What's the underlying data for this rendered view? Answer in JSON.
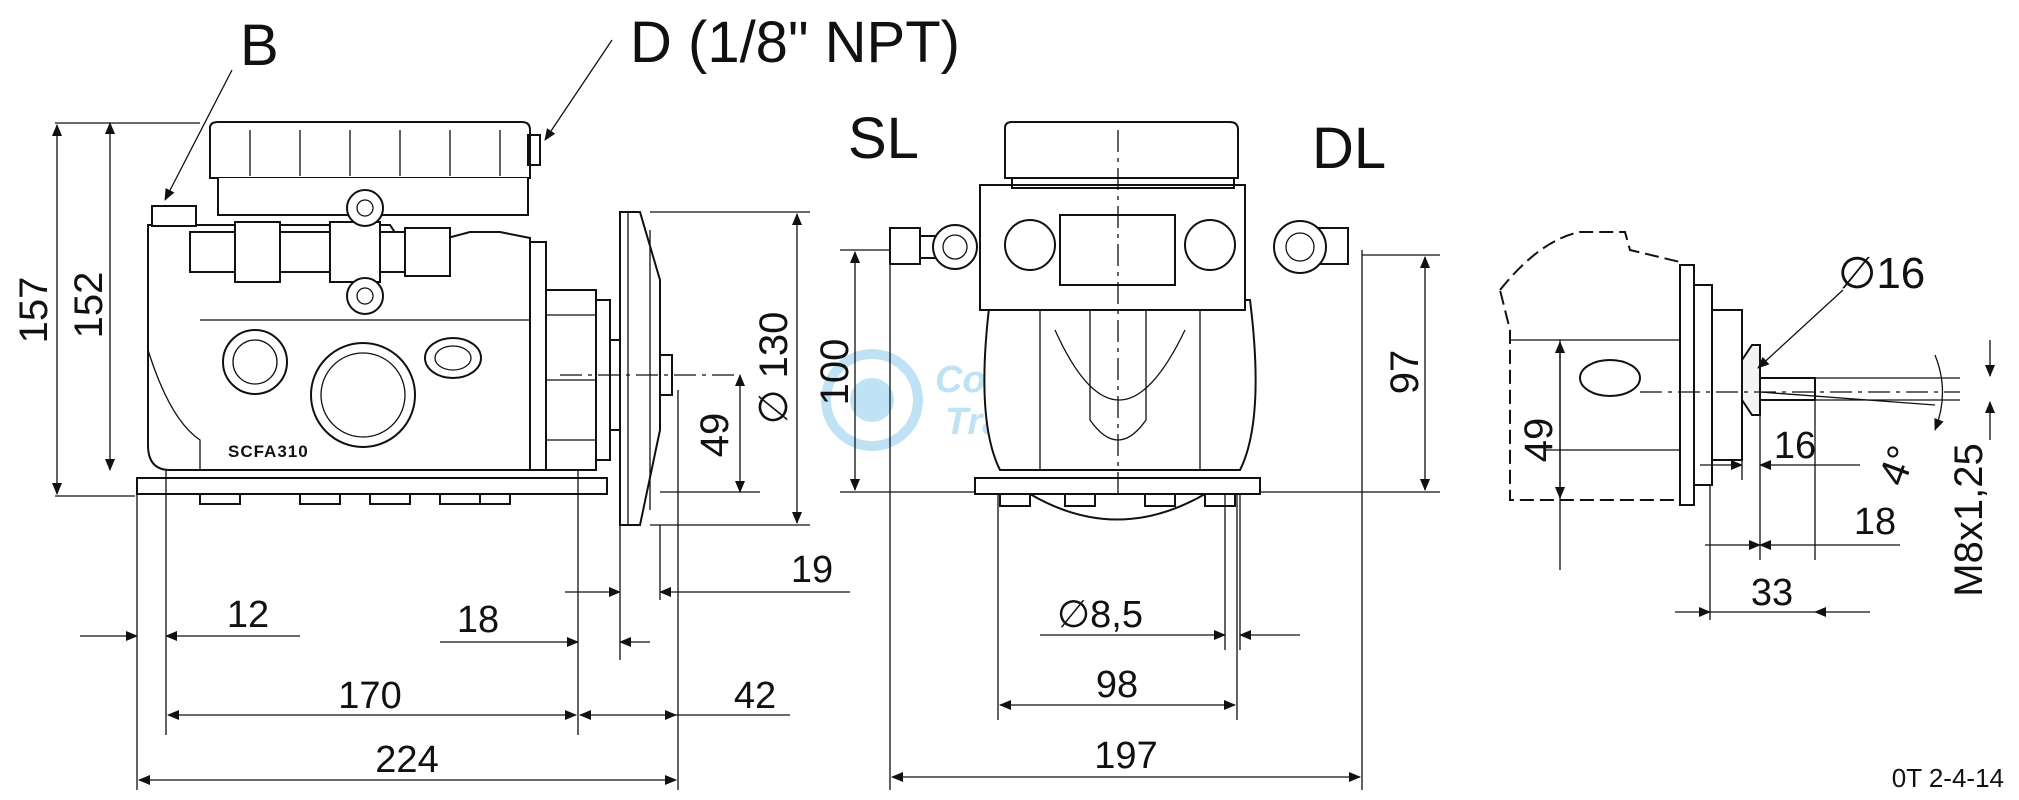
{
  "callouts": {
    "b": "B",
    "d": "D (1/8\" NPT)",
    "sl": "SL",
    "dl": "DL"
  },
  "side_view": {
    "model_label": "SCFA310",
    "height_outer": "157",
    "height_inner": "152",
    "shaft_height": "49",
    "pulley_diameter": "∅ 130",
    "dim_12": "12",
    "dim_18": "18",
    "dim_19": "19",
    "dim_170": "170",
    "dim_42": "42",
    "dim_224": "224"
  },
  "front_view": {
    "height_100": "100",
    "height_97": "97",
    "hole_diameter": "∅8,5",
    "dim_98": "98",
    "dim_197": "197"
  },
  "detail_view": {
    "shaft_diameter": "∅16",
    "shaft_height": "49",
    "dim_16": "16",
    "angle": "4°",
    "dim_18": "18",
    "dim_33": "33",
    "thread": "M8x1,25"
  },
  "watermark": {
    "line1": "Compressor",
    "line2": "Trade",
    "color": "#bfe3f4"
  },
  "drawing_code": "0T 2-4-14"
}
